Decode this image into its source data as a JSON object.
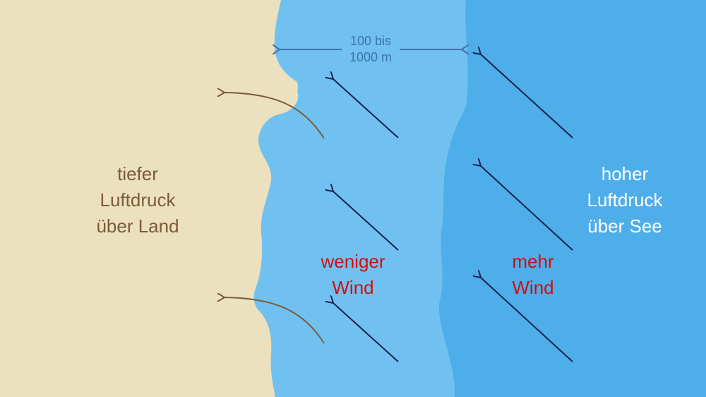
{
  "colors": {
    "land": "#ece1bf",
    "shallow_sea": "#71c1f0",
    "deep_sea": "#4eaeea",
    "land_wind": "#7a5b3c",
    "sea_wind": "#16234f",
    "measure": "#3f73a8",
    "emphasis": "#d40d0d"
  },
  "labels": {
    "land": [
      "tiefer",
      "Luftdruck",
      "über Land"
    ],
    "sea": [
      "hoher",
      "Luftdruck",
      "über See"
    ],
    "less_wind": [
      "weniger",
      "Wind"
    ],
    "more_wind": [
      "mehr",
      "Wind"
    ],
    "distance": [
      "100 bis",
      "1000 m"
    ]
  }
}
